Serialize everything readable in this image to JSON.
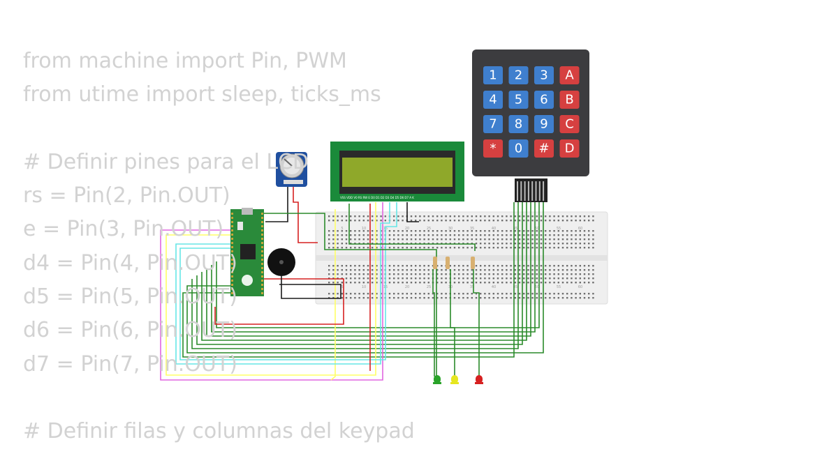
{
  "code_lines": [
    "from machine import Pin, PWM",
    "from utime import sleep, ticks_ms",
    "",
    "# Definir pines para el LCD",
    "rs = Pin(2, Pin.OUT)",
    "e = Pin(3, Pin.OUT)",
    "d4 = Pin(4, Pin.OUT)",
    "d5 = Pin(5, Pin.OUT)",
    "d6 = Pin(6, Pin.OUT)",
    "d7 = Pin(7, Pin.OUT)",
    "",
    "# Definir filas y columnas del keypad"
  ],
  "keypad": {
    "keys": [
      [
        "1",
        "2",
        "3",
        "A"
      ],
      [
        "4",
        "5",
        "6",
        "B"
      ],
      [
        "7",
        "8",
        "9",
        "C"
      ],
      [
        "*",
        "0",
        "#",
        "D"
      ]
    ],
    "colors": {
      "digit": "#3f7fce",
      "letter": "#d64040",
      "body": "#3c3c3f"
    }
  },
  "breadboard_numbers": [
    "5",
    "10",
    "15",
    "20",
    "25",
    "30",
    "35",
    "40",
    "45",
    "50",
    "55",
    "60"
  ],
  "lcd": {
    "pin_labels": "VSS VDD V0 RS RW E D0 D1 D2 D3 D4 D5 D6 D7 A K"
  },
  "leds": {
    "colors": [
      "#29a329",
      "#e6e620",
      "#d62020"
    ]
  },
  "wire_colors": {
    "green": "#2a8a2a",
    "red": "#d62020",
    "black": "#1a1a1a",
    "yellow": "#ffff66",
    "pink": "#e066e0",
    "cyan": "#66e6e6"
  }
}
